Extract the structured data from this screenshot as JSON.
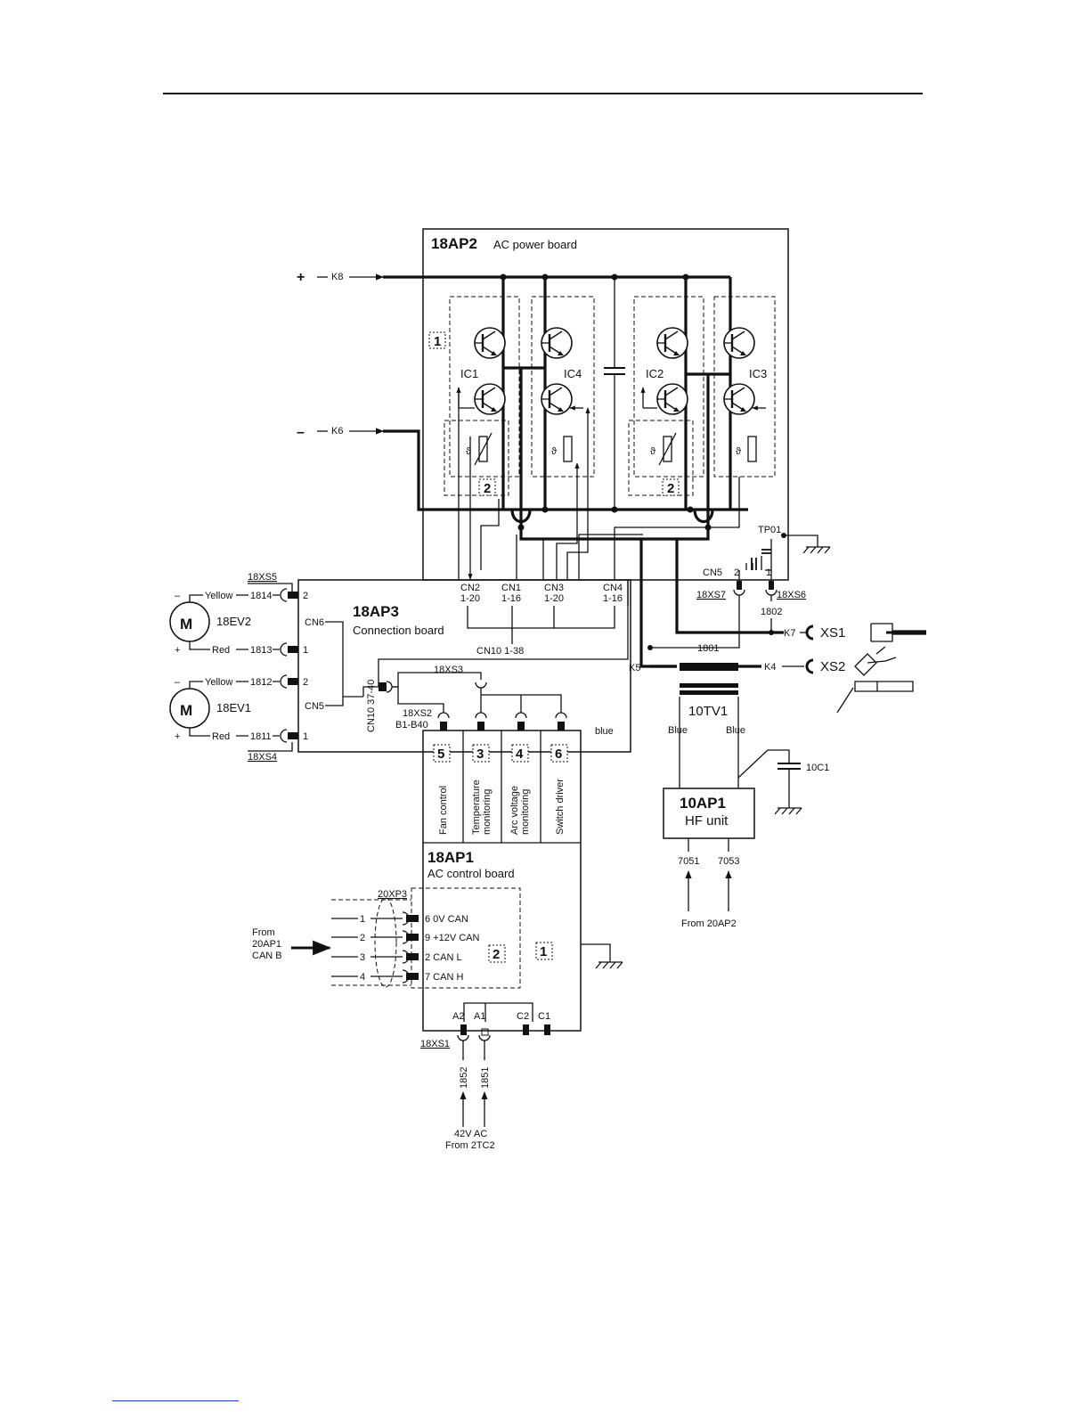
{
  "boards": {
    "ap2": {
      "name": "18AP2",
      "desc": "AC power board"
    },
    "ap3": {
      "name": "18AP3",
      "desc": "Connection board"
    },
    "ap1": {
      "name": "18AP1",
      "desc": "AC control board"
    },
    "hf": {
      "name": "10AP1",
      "desc": "HF unit"
    }
  },
  "power_inputs": {
    "plus": "+",
    "minus": "–",
    "k8": "K8",
    "k6": "K6"
  },
  "transistors": [
    "IC1",
    "IC4",
    "IC2",
    "IC3"
  ],
  "thermal_symbol": "ϑ",
  "region_marks": {
    "one": "1",
    "two": "2"
  },
  "ap3_connectors": {
    "cn2": "CN2",
    "cn2_pins": "1-20",
    "cn1": "CN1",
    "cn1_pins": "1-16",
    "cn3": "CN3",
    "cn3_pins": "1-20",
    "cn4": "CN4",
    "cn4_pins": "1-16",
    "cn6": "CN6",
    "cn5": "CN5",
    "cn10_a": "CN10  1-38",
    "cn10_b": "CN10 37-40"
  },
  "power_board_misc": {
    "tp01": "TP01",
    "cn5": "CN5",
    "pin2": "2",
    "pin1": "1",
    "xs7": "18XS7",
    "xs6": "18XS6",
    "w1802": "1802",
    "w1801": "1801"
  },
  "outputs": {
    "k7": "K7",
    "xs1": "XS1",
    "k5": "K5",
    "k4": "K4",
    "xs2": "XS2"
  },
  "transformer": {
    "name": "10TV1",
    "left": "Blue",
    "right": "Blue"
  },
  "capacitor": "10C1",
  "hf_wires": {
    "a": "7051",
    "b": "7053",
    "from": "From 20AP2"
  },
  "motors": {
    "glyph": "M",
    "ev2": {
      "name": "18EV2",
      "top_wire": "1814",
      "top_color": "Yellow",
      "bot_wire": "1813",
      "bot_color": "Red",
      "pin_top": "2",
      "pin_bot": "1"
    },
    "ev1": {
      "name": "18EV1",
      "top_wire": "1812",
      "top_color": "Yellow",
      "bot_wire": "1811",
      "bot_color": "Red",
      "pin_top": "2",
      "pin_bot": "1"
    },
    "minus": "–",
    "plus": "+",
    "xs5": "18XS5",
    "xs4": "18XS4"
  },
  "ap1_links": {
    "xs3": "18XS3",
    "xs2": "18XS2",
    "xs2_pins": "B1-B40",
    "blue": "blue"
  },
  "modules": [
    {
      "num": "5",
      "label": "Fan control"
    },
    {
      "num": "3",
      "label": "Temperature monitoring"
    },
    {
      "num": "4",
      "label": "Arc voltage monitoring"
    },
    {
      "num": "6",
      "label": "Switch driver"
    }
  ],
  "can": {
    "connector": "20XP3",
    "from": "From",
    "from_src": "20AP1",
    "from_bus": "CAN B",
    "wires": [
      "1",
      "2",
      "3",
      "4"
    ],
    "pins": [
      "6  0V CAN",
      "9  +12V CAN",
      "2  CAN L",
      "7  CAN H"
    ],
    "region_2": "2",
    "region_1": "1"
  },
  "ap1_bottom": {
    "a2": "A2",
    "a1": "A1",
    "c2": "C2",
    "c1": "C1",
    "xs1": "18XS1",
    "w1852": "1852",
    "w1851": "1851",
    "supply": "42V AC",
    "supply_from": "From 2TC2"
  }
}
